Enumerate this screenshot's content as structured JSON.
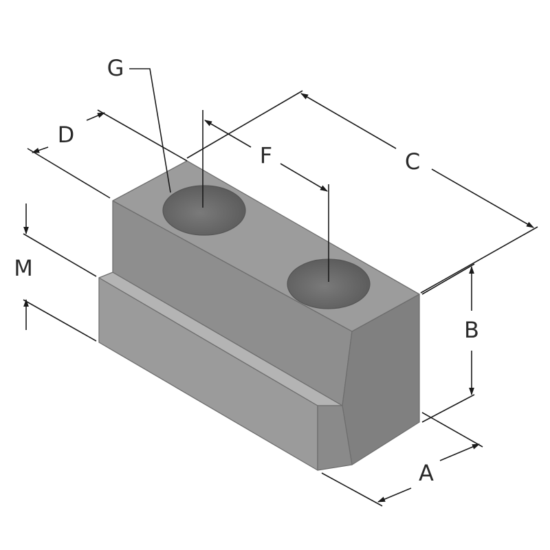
{
  "dimension_labels": {
    "a": "A",
    "b": "B",
    "c": "C",
    "d": "D",
    "f": "F",
    "g": "G",
    "m": "M"
  },
  "colors": {
    "top_face": "#9a9a9a",
    "front_upper": "#8c8c8c",
    "front_lower": "#9b9b9b",
    "right_face": "#7f7f7f",
    "hole_inner": "#6a6a6a",
    "line": "#1a1a1a"
  }
}
